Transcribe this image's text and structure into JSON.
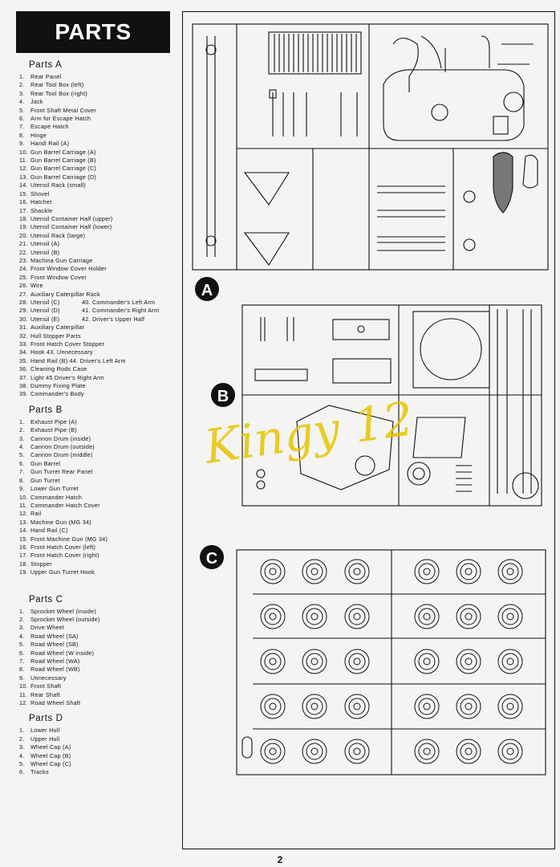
{
  "header": {
    "title": "PARTS"
  },
  "sections": [
    {
      "title": "Parts A",
      "items": [
        [
          "1",
          "Rear Panel"
        ],
        [
          "2",
          "Rear Tool Box (left)"
        ],
        [
          "3",
          "Rear Tool Box (right)"
        ],
        [
          "4",
          "Jack"
        ],
        [
          "5",
          "Front Shaft Metal Cover"
        ],
        [
          "6",
          "Arm for Escape Hatch"
        ],
        [
          "7",
          "Escape Hatch"
        ],
        [
          "8",
          "Hinge"
        ],
        [
          "9",
          "Handl Rail (A)"
        ],
        [
          "10",
          "Gun Barrel Carriage (A)"
        ],
        [
          "11",
          "Gun Barrel Carriage (B)"
        ],
        [
          "12",
          "Gun Barrel Carriage (C)"
        ],
        [
          "13",
          "Gun Barrel Carriage (D)"
        ],
        [
          "14",
          "Utensil Rack (small)"
        ],
        [
          "15",
          "Shovel"
        ],
        [
          "16",
          "Hatchet"
        ],
        [
          "17",
          "Shackle"
        ],
        [
          "18",
          "Utensil Container Half (upper)"
        ],
        [
          "19",
          "Utensil Container Half (lower)"
        ],
        [
          "20",
          "Utensil Rack (large)"
        ],
        [
          "21",
          "Utensil (A)"
        ],
        [
          "22",
          "Utensil (B)"
        ],
        [
          "23",
          "Machina Gun Carriage"
        ],
        [
          "24",
          "Front Window Cover Holder"
        ],
        [
          "25",
          "Front Window Cover"
        ],
        [
          "26",
          "Wire"
        ],
        [
          "27",
          "Auxiliary Caterpillar Rack"
        ]
      ],
      "pairs": [
        [
          "28",
          "Utensil (C)",
          "40",
          "Commander's Left Arm"
        ],
        [
          "29",
          "Utensil (D)",
          "41",
          "Commander's Right Arm"
        ],
        [
          "30",
          "Utensil (E)",
          "42",
          "Driver's Upper Half"
        ]
      ],
      "items2": [
        [
          "31",
          "Auxiliary Caterpillar"
        ],
        [
          "32",
          "Hull Stopper Parts"
        ],
        [
          "33",
          "Front    Hatch Cover Stopper"
        ],
        [
          "34",
          "Hook              43. Unnecessary"
        ],
        [
          "35",
          "Hand Rail (B)     44. Driver's Left Arm"
        ],
        [
          "36",
          "Cleaning Rods Case"
        ],
        [
          "37",
          "Light             45  Driver's Right Arm"
        ],
        [
          "38",
          "Dummy Fixing Plate"
        ],
        [
          "39",
          "Commander's Body"
        ]
      ]
    },
    {
      "title": "Parts B",
      "items": [
        [
          "1",
          "Exhaust Pipe (A)"
        ],
        [
          "2",
          "Exhaust Pipe (B)"
        ],
        [
          "3",
          "Cannon Drum (inside)"
        ],
        [
          "4",
          "Cannon Drum (outside)"
        ],
        [
          "5",
          "Cannon Drum (middle)"
        ],
        [
          "6",
          "Gun Barrel"
        ],
        [
          "7",
          "Gun Turret Rear Panel"
        ],
        [
          "8",
          "Gun Turret"
        ],
        [
          "9",
          "Lower Gun Turret"
        ],
        [
          "10",
          "Commander Hatch"
        ],
        [
          "11",
          "Commander Hatch Cover"
        ],
        [
          "12",
          "Rail"
        ],
        [
          "13",
          "Machine Gun (MG 34)"
        ],
        [
          "14",
          "Hand Rail (C)"
        ],
        [
          "15",
          "Front Machine Gun (MG 34)"
        ],
        [
          "16",
          "Front Hatch Cover (left)"
        ],
        [
          "17",
          "Front Hatch Cover (right)"
        ],
        [
          "18",
          "Stopper"
        ],
        [
          "19",
          "Upper Gun Turret Hook"
        ]
      ]
    },
    {
      "title": "Parts C",
      "items": [
        [
          "1",
          "Sprocket Wheel (inside)"
        ],
        [
          "2",
          "Sprocket Wheel (outside)"
        ],
        [
          "3",
          "Drive Wheel"
        ],
        [
          "4",
          "Road Wheel (SA)"
        ],
        [
          "5",
          "Road Wheel (SB)"
        ],
        [
          "6",
          "Road Wheel (W inside)"
        ],
        [
          "7",
          "Road Wheel (WA)"
        ],
        [
          "8",
          "Road Wheel (WB)"
        ],
        [
          "9",
          "Unnecessary"
        ],
        [
          "10",
          "Front Shaft"
        ],
        [
          "11",
          "Rear Shaft"
        ],
        [
          "12",
          "Road Wheel Shaft"
        ]
      ]
    },
    {
      "title": "Parts D",
      "items": [
        [
          "1",
          "Lower Hull"
        ],
        [
          "2",
          "Upper Hull"
        ],
        [
          "3",
          "Wheel Cap (A)"
        ],
        [
          "4",
          "Wheel Cap (B)"
        ],
        [
          "5",
          "Wheel Cap (C)"
        ],
        [
          "6",
          "Tracks"
        ]
      ]
    }
  ],
  "sprues": {
    "a": "A",
    "b": "B",
    "c": "C"
  },
  "watermark": "Kingy 12",
  "page_number": "2"
}
